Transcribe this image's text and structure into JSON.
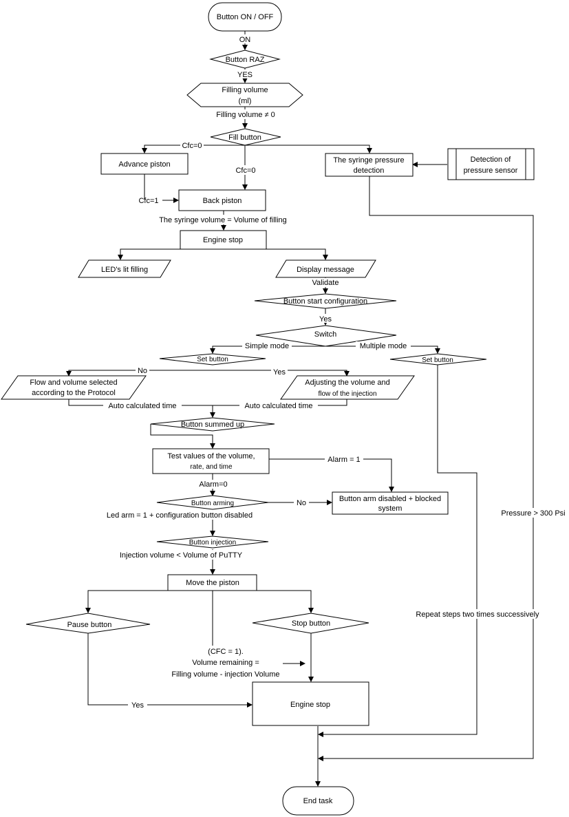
{
  "nodes": {
    "start": "Button ON / OFF",
    "raz": "Button RAZ",
    "filling_volume_1": "Filling volume",
    "filling_volume_2": "(ml)",
    "fill_button": "Fill button",
    "advance_piston": "Advance piston",
    "syringe_pressure_1": "The syringe pressure",
    "syringe_pressure_2": "detection",
    "detection_sensor_1": "Detection of",
    "detection_sensor_2": "pressure sensor",
    "back_piston": "Back piston",
    "engine_stop_1": "Engine stop",
    "leds_lit": "LED's lit filling",
    "display_message": "Display message",
    "start_config": "Button start configuration",
    "switch": "Switch",
    "set_button_left": "Set button",
    "set_button_right": "Set button",
    "flow_volume_1": "Flow and volume selected",
    "flow_volume_2": "according to the Protocol",
    "adjusting_1": "Adjusting the volume and",
    "adjusting_2": "flow of the injection",
    "summed_up": "Button summed up",
    "test_values_1": "Test values of the volume,",
    "test_values_2": "rate, and time",
    "arming": "Button arming",
    "arm_disabled_1": "Button arm disabled + blocked",
    "arm_disabled_2": "system",
    "injection": "Button injection",
    "move_piston": "Move the piston",
    "pause": "Pause button",
    "stop": "Stop button",
    "engine_stop_2": "Engine stop",
    "end": "End task"
  },
  "labels": {
    "on": "ON",
    "yes_raz": "YES",
    "filling_nonzero": "Filling volume ≠ 0",
    "cfc0_left": "Cfc=0",
    "cfc0_mid": "Cfc=0",
    "cfc1": "Cfc=1",
    "syringe_equals": "The syringe volume = Volume of filling",
    "validate": "Validate",
    "yes_start": "Yes",
    "simple_mode": "Simple mode",
    "multiple_mode": "Multiple mode",
    "no_set": "No",
    "yes_set": "Yes",
    "auto_time_left": "Auto calculated time",
    "auto_time_right": "Auto calculated time",
    "alarm1": "Alarm = 1",
    "alarm0": "Alarm=0",
    "no_arming": "No",
    "led_arm": "Led arm = 1 + configuration button disabled",
    "injection_volume": "Injection volume < Volume of PuTTY",
    "cfc_remaining_1": "(CFC = 1).",
    "cfc_remaining_2": "Volume remaining =",
    "cfc_remaining_3": "Filling volume - injection Volume",
    "yes_pause": "Yes",
    "pressure": "Pressure > 300 Psi",
    "repeat": "Repeat steps two times successively"
  }
}
